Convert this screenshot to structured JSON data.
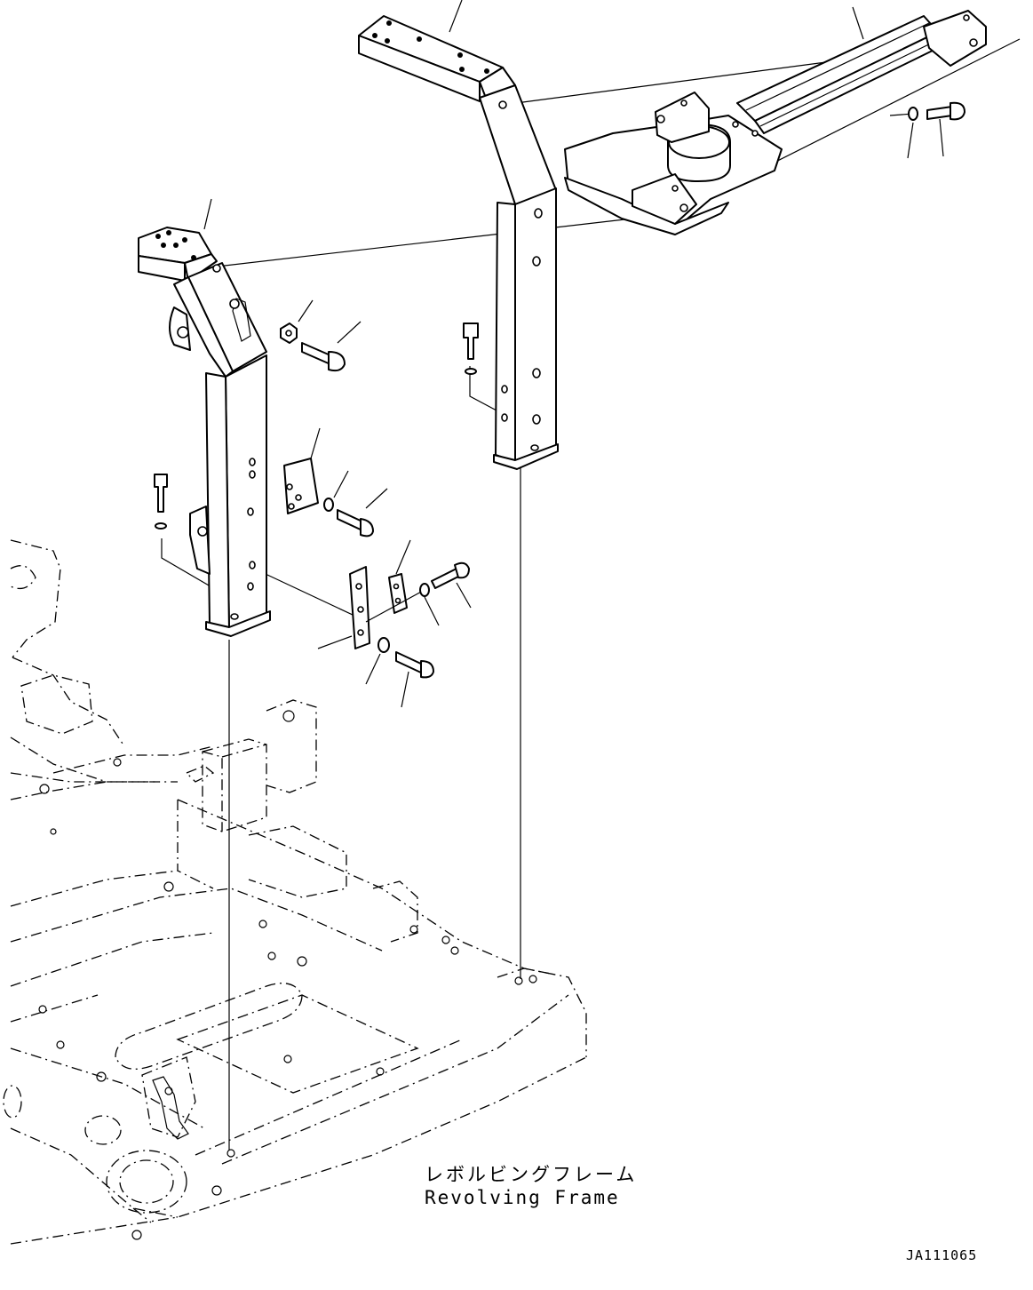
{
  "labels": {
    "frame_jp": "レボルビングフレーム",
    "frame_en": "Revolving Frame"
  },
  "drawing_id": "JA111065"
}
